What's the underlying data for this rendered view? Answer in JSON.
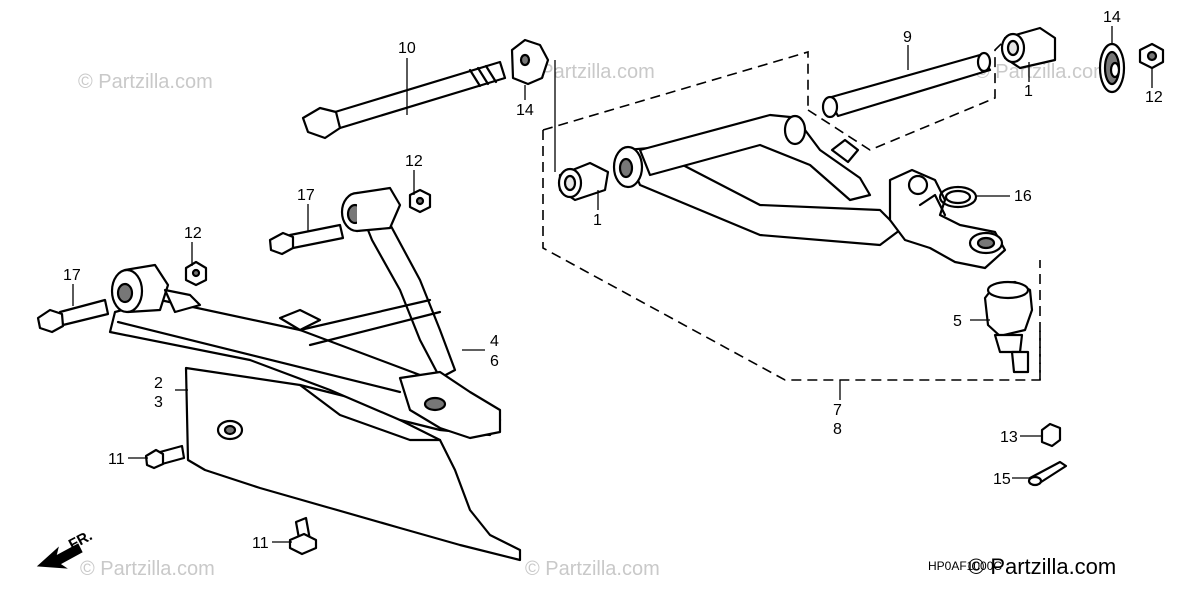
{
  "watermark_text": "© Partzilla.com",
  "brand_text": "© Partzilla.com",
  "diagram_code": "HP0AF1000C",
  "front_marker": "FR.",
  "callouts": {
    "c1_top": "1",
    "c1_mid": "1",
    "c2": "2",
    "c3": "3",
    "c4": "4",
    "c5": "5",
    "c6": "6",
    "c7": "7",
    "c8": "8",
    "c9": "9",
    "c10": "10",
    "c11_a": "11",
    "c11_b": "11",
    "c12_a": "12",
    "c12_b": "12",
    "c12_c": "12",
    "c13": "13",
    "c14_a": "14",
    "c14_b": "14",
    "c15": "15",
    "c16": "16",
    "c17_a": "17",
    "c17_b": "17"
  }
}
